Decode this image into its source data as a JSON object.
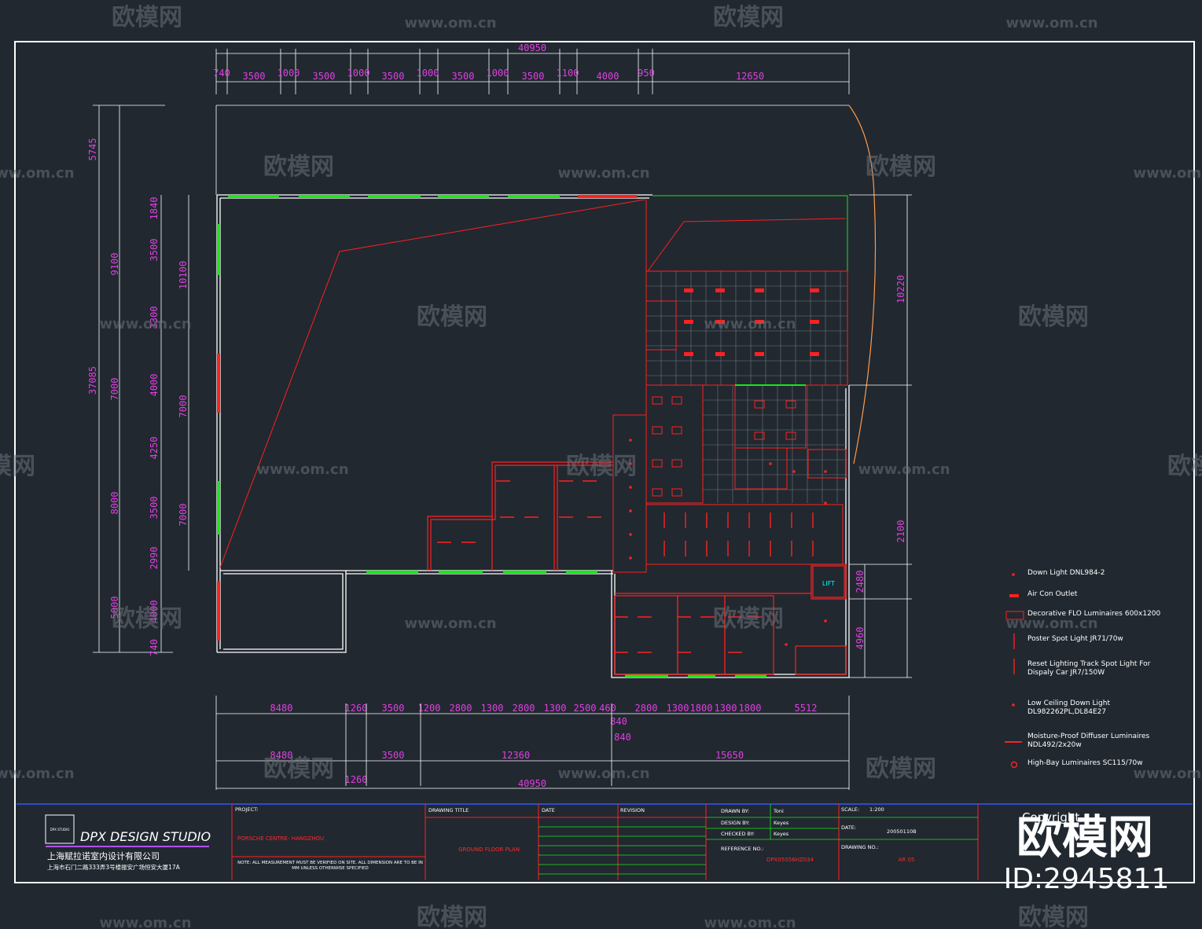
{
  "drawing": {
    "top_dims": [
      "740",
      "3500",
      "1000",
      "3500",
      "1000",
      "3500",
      "1000",
      "3500",
      "1000",
      "3500",
      "1100",
      "4000",
      "950",
      "12650"
    ],
    "top_total": "40950",
    "bottom_row1": [
      "8480",
      "1260",
      "3500",
      "1200",
      "2800",
      "1300",
      "2800",
      "1300",
      "2500",
      "460",
      "2800",
      "1300",
      "1800",
      "1300",
      "1800",
      "5512"
    ],
    "bottom_extra": [
      "840",
      "840"
    ],
    "bottom_row2": [
      "8480",
      "1260",
      "3500",
      "12360",
      "15650"
    ],
    "bottom_total": "40950",
    "left_outer": [
      "5745",
      "37085"
    ],
    "left_mid": [
      "9100",
      "7000",
      "8000",
      "5000"
    ],
    "left_inner": [
      "1840",
      "3500",
      "3300",
      "4000",
      "4250",
      "3500",
      "2990",
      "4000",
      "740"
    ],
    "left_right": [
      "10100",
      "7000",
      "7000"
    ],
    "right_dims": [
      "10220",
      "2100",
      "2480",
      "4960"
    ],
    "lift_label": "LIFT"
  },
  "legend": [
    {
      "text": "Down Light DNL984-2"
    },
    {
      "text": "Air Con Outlet"
    },
    {
      "text": "Decorative FLO Luminaires 600x1200"
    },
    {
      "text": "Poster Spot Light JR71/70w"
    },
    {
      "text": "Reset Lighting Track Spot Light For Dispaly Car JR7/150W"
    },
    {
      "text": "Low Ceiling Down Light DL982262PL,DL84E27"
    },
    {
      "text": "Moisture-Proof Diffuser Luminaires NDL492/2x20w"
    },
    {
      "text": "High-Bay Luminaires SC115/70w"
    }
  ],
  "titleblock": {
    "studio": "DPX DESIGN STUDIO",
    "logo_text": "DPX STUDIO",
    "company_cn": "上海赋拉诺室内设计有限公司",
    "address_cn": "上海市石门二路333弄3号楼振安广场恒安大厦17A",
    "project_label": "PROJECT:",
    "project": "PORSCHE CENTRE- HANGZHOU",
    "note": "NOTE: ALL MEASUREMENT MUST BE VERIFIED ON SITE. ALL DIMENSION ARE TO BE IN MM UNLESS OTHERWISE SPECIFIED",
    "drawing_title_label": "DRAWING TITLE",
    "drawing_title": "GROUND FLOOR PLAN",
    "date_label": "DATE",
    "revision_label": "REVISION",
    "drawn_by_label": "DRAWN BY:",
    "drawn_by": "Toni",
    "design_by_label": "DESIGN BY:",
    "design_by": "Keyes",
    "checked_by_label": "CHECKED BY:",
    "checked_by": "Keyes",
    "scale_label": "SCALE:",
    "scale": "1:200",
    "date2_label": "DATE:",
    "date2": "20050110B",
    "ref_label": "REFERENCE NO.:",
    "ref": "DPX05056HZ034",
    "drawing_no_label": "DRAWING NO.:",
    "drawing_no": "AR 05",
    "copyright": "Copyright"
  },
  "watermark": {
    "brand_cn": "欧模网",
    "url": "www.om.cn",
    "id": "ID:2945811"
  }
}
